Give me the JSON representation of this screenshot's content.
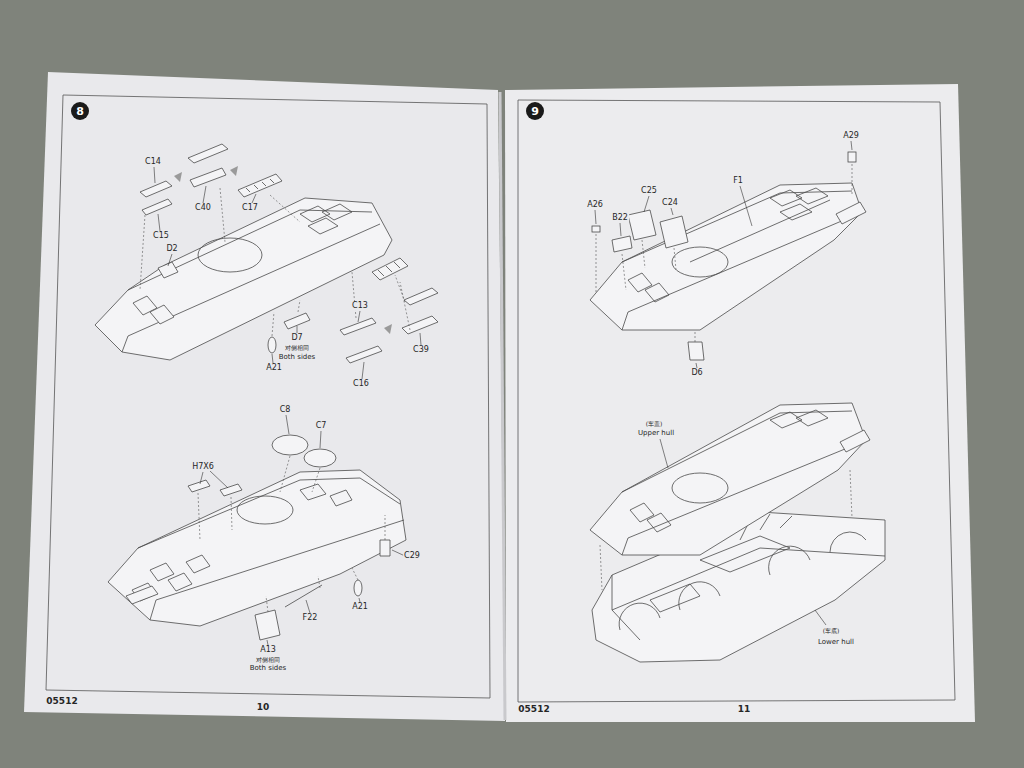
{
  "diagram": {
    "nodes": [
      {
        "text": [
          "8"
        ]
      },
      {
        "text": [
          "9"
        ]
      }
    ],
    "labels": [
      "C14",
      "C40",
      "C17",
      "C15",
      "D2",
      "D7",
      "对侧相同",
      "Both sides",
      "A21",
      "C13",
      "C39",
      "C16",
      "C8",
      "C7",
      "H7X6",
      "C29",
      "A21",
      "F22",
      "A13",
      "对侧相同",
      "Both sides",
      "05512",
      "10",
      "A29",
      "F1",
      "C25",
      "C24",
      "A26",
      "B22",
      "D6",
      "(车盖)",
      "Upper hull",
      "(车底)",
      "Lower hull",
      "05512",
      "11"
    ]
  }
}
